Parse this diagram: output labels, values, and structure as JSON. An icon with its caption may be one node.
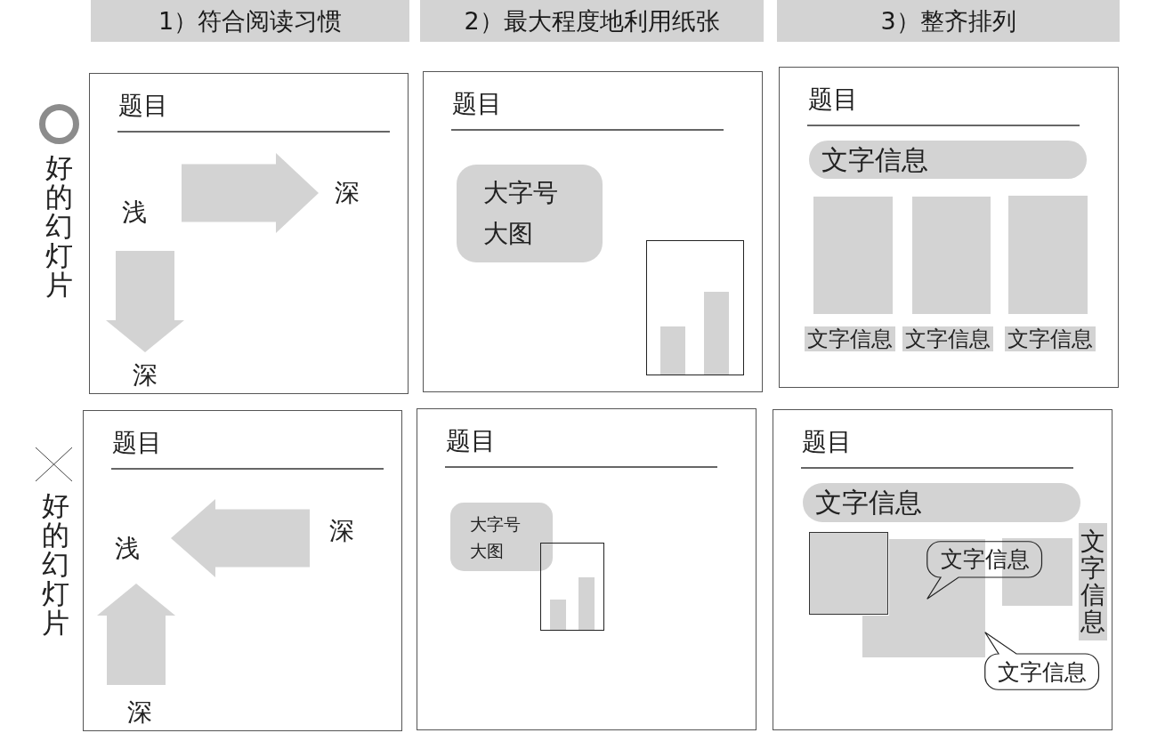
{
  "diagram": {
    "nodes": [
      {
        "text": [
          "1）符合阅读习惯"
        ]
      },
      {
        "text": [
          "2）最大程度地利用纸张"
        ]
      },
      {
        "text": [
          "3）整齐排列"
        ]
      },
      {
        "text": [
          "题目"
        ]
      },
      {
        "text": [
          "浅"
        ],
        "in": 3
      },
      {
        "text": [
          "深"
        ],
        "in": 3
      },
      {
        "text": [
          "深"
        ],
        "in": 3
      },
      {
        "text": [
          "题目"
        ]
      },
      {
        "text": [
          "大字号",
          "大图"
        ],
        "in": 7
      },
      {
        "text": [],
        "shape": "chart",
        "in": 7
      },
      {
        "text": [
          "题目"
        ]
      },
      {
        "text": [
          "文字信息"
        ],
        "in": 10
      },
      {
        "text": [],
        "shape": "box",
        "in": 10
      },
      {
        "text": [],
        "shape": "box",
        "in": 10
      },
      {
        "text": [],
        "shape": "box",
        "in": 10
      },
      {
        "text": [
          "文字信息"
        ],
        "in": 10
      },
      {
        "text": [
          "文字信息"
        ],
        "in": 10
      },
      {
        "text": [
          "文字信息"
        ],
        "in": 10
      },
      {
        "text": [
          "题目"
        ]
      },
      {
        "text": [
          "浅"
        ],
        "in": 18
      },
      {
        "text": [
          "深"
        ],
        "in": 18
      },
      {
        "text": [
          "深"
        ],
        "in": 18
      },
      {
        "text": [
          "题目"
        ]
      },
      {
        "text": [
          "大字号",
          "大图"
        ],
        "in": 22
      },
      {
        "text": [],
        "shape": "chart",
        "in": 22
      },
      {
        "text": [
          "题目"
        ]
      },
      {
        "text": [
          "文字信息"
        ],
        "in": 25
      },
      {
        "text": [],
        "shape": "box",
        "in": 25
      },
      {
        "text": [],
        "shape": "box",
        "in": 25
      },
      {
        "text": [
          "文字信息"
        ],
        "in": 25
      },
      {
        "text": [],
        "shape": "box",
        "in": 25
      },
      {
        "text": [
          "文字信息"
        ],
        "in": 25
      },
      {
        "text": [
          "文字信息"
        ],
        "in": 25
      }
    ],
    "edges": [
      {
        "from": 4,
        "to": 5,
        "arrow": "to"
      },
      {
        "from": 4,
        "to": 6,
        "arrow": "to"
      },
      {
        "from": 20,
        "to": 19,
        "arrow": "to"
      },
      {
        "from": 21,
        "to": 19,
        "arrow": "to"
      }
    ],
    "labels": [
      "好的幻灯片",
      "好的幻灯片"
    ]
  }
}
